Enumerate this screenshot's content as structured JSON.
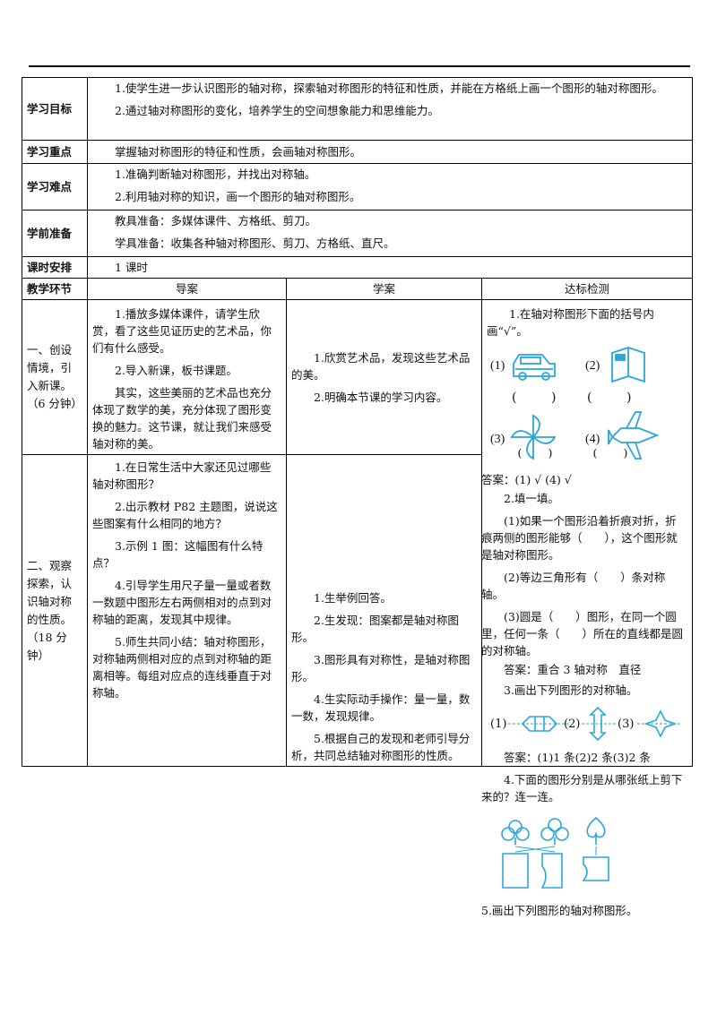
{
  "rows": {
    "goals": {
      "label": "学习目标",
      "p1": "1.使学生进一步认识图形的轴对称，探索轴对称图形的特征和性质，并能在方格纸上画一个图形的轴对称图形。",
      "p2": "2.通过轴对称图形的变化，培养学生的空间想象能力和思维能力。"
    },
    "key": {
      "label": "学习重点",
      "p1": "掌握轴对称图形的特征和性质，会画轴对称图形。"
    },
    "difficulty": {
      "label": "学习难点",
      "p1": "1.准确判断轴对称图形，并找出对称轴。",
      "p2": "2.利用轴对称的知识，画一个图形的轴对称图形。"
    },
    "prep": {
      "label": "学前准备",
      "p1": "教具准备：多媒体课件、方格纸、剪刀。",
      "p2": "学具准备：收集各种轴对称图形、剪刀、方格纸、直尺。"
    },
    "schedule": {
      "label": "课时安排",
      "value": "1 课时"
    }
  },
  "headers": {
    "stage": "教学环节",
    "guide": "导案",
    "study": "学案",
    "check": "达标检测"
  },
  "stage1": {
    "name": "一、创设情境，引入新课。（6 分钟）",
    "guide": [
      "1.播放多媒体课件，请学生欣赏，看了这些见证历史的艺术品，你们有什么感受。",
      "2.导入新课，板书课题。",
      "其实，这些美丽的艺术品也充分体现了数学的美，充分体现了图形变换的魅力。这节课，就让我们来感受轴对称的美。"
    ],
    "study": [
      "1.欣赏艺术品，发现这些艺术品的美。",
      "2.明确本节课的学习内容。"
    ]
  },
  "stage2": {
    "name": "二、观察探索，认识轴对称的性质。（18 分钟）",
    "guide": [
      "1.在日常生活中大家还见过哪些轴对称图形？",
      "2.出示教材 P82 主题图，说说这些图案有什么相同的地方？",
      "3.示例 1 图：这幅图有什么特点？",
      "4.引导学生用尺子量一量或者数一数题中图形左右两侧相对的点到对称轴的距离，发现其中规律。",
      "5.师生共同小结：轴对称图形，对称轴两侧相对应的点到对称轴的距离相等。每组对应点的连线垂直于对称轴。"
    ],
    "study": [
      "1.生举例回答。",
      "2.生发现：图案都是轴对称图形。",
      "3.图形具有对称性，是轴对称图形。",
      "4.生实际动手操作：量一量，数一数，发现规律。",
      "5.根据自己的发现和老师引导分析，共同总结轴对称图形的性质。"
    ]
  },
  "check": {
    "q1": "1.在轴对称图形下面的括号内画“√”。",
    "fig_labels": [
      "(1)",
      "(2)",
      "(3)",
      "(4)"
    ],
    "paren_open": "(",
    "paren_close": ")",
    "a1": "答案：(1) √ (4) √",
    "q2": "2.填一填。",
    "q2_1": "(1)如果一个图形沿着折痕对折，折痕两侧的图形能够（　　），这个图形就是轴对称图形。",
    "q2_2": "(2)等边三角形有（　　）条对称轴。",
    "q2_3": "(3)圆是（　　）图形，在同一个圆里，任何一条（　　）所在的直线都是圆的对称轴。",
    "a2": "答案：重合 3  轴对称　直径",
    "q3": "3.画出下列图形的对称轴。",
    "q3_labels": [
      "(1)",
      "(2)",
      "(3)"
    ],
    "a3": "答案：(1)1 条(2)2 条(3)2 条",
    "q4": "4.下面的图形分别是从哪张纸上剪下来的？连一连。",
    "q5": "5.画出下列图形的轴对称图形。"
  }
}
